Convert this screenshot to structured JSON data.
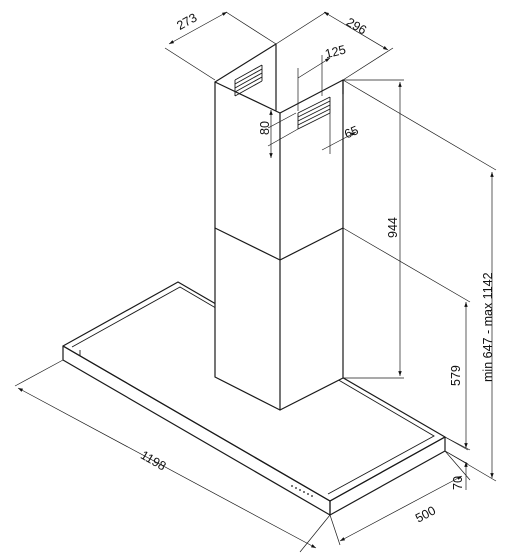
{
  "drawing": {
    "subject": "chimney cooker hood",
    "line_color": "#1a1a1a",
    "background": "#ffffff"
  },
  "dimensions": {
    "chimney_width": "273",
    "chimney_depth": "296",
    "vent_width": "125",
    "vent_height": "80",
    "vent_offset": "65",
    "chimney_height": "944",
    "hood_height_range": "min 647 - max 1142",
    "chimney_lower_height": "579",
    "canopy_width": "1198",
    "canopy_depth": "500",
    "canopy_thickness": "70"
  }
}
